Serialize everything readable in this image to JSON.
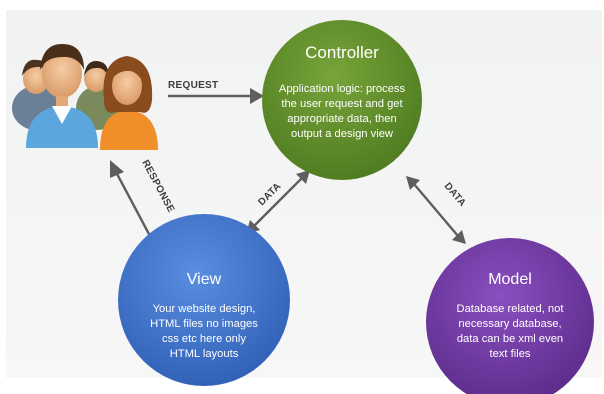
{
  "controller": {
    "title": "Controller",
    "desc": [
      "Application logic: process",
      "the user request and get",
      "appropriate data, then",
      "output a design view"
    ],
    "color": "#5d8a27"
  },
  "view": {
    "title": "View",
    "desc": [
      "Your website design,",
      "HTML files no images",
      "css etc here only",
      "HTML layouts"
    ],
    "color": "#3d6fc6"
  },
  "model": {
    "title": "Model",
    "desc": [
      "Database related, not",
      "necessary database,",
      "data can be xml even",
      "text files"
    ],
    "color": "#6b349a"
  },
  "arrows": {
    "request": "REQUEST",
    "response": "RESPONSE",
    "data_view": "DATA",
    "data_model": "DATA"
  },
  "users_icon": "users-group-icon"
}
